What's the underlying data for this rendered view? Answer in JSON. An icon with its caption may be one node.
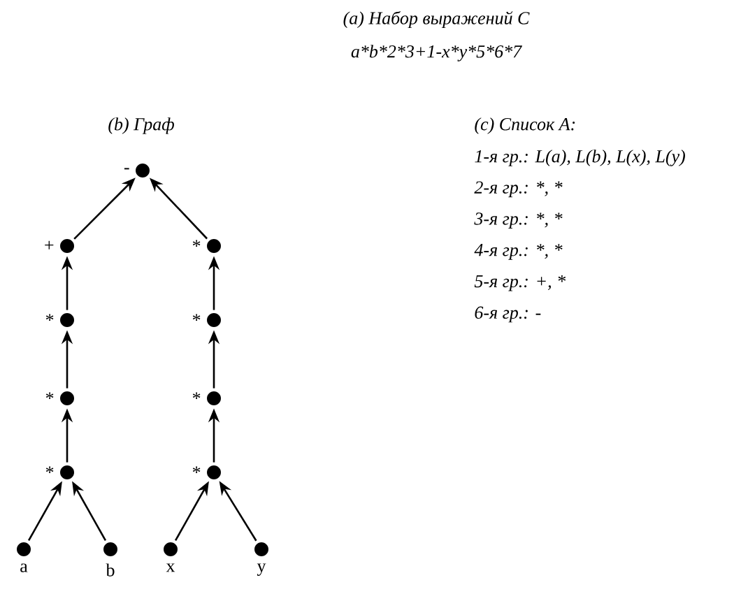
{
  "diagram": {
    "title": "(a) Набор выражений C",
    "nodes": [
      {
        "text": [],
        "shape": "circle",
        "beside": [
          "-"
        ]
      },
      {
        "text": [],
        "shape": "circle",
        "beside": [
          "+"
        ]
      },
      {
        "text": [],
        "shape": "circle",
        "beside": [
          "*"
        ]
      },
      {
        "text": [],
        "shape": "circle",
        "beside": [
          "*"
        ]
      },
      {
        "text": [],
        "shape": "circle",
        "beside": [
          "*"
        ]
      },
      {
        "text": [],
        "shape": "circle",
        "beside": [
          "*"
        ]
      },
      {
        "text": [],
        "shape": "circle",
        "beside": [
          "*"
        ]
      },
      {
        "text": [],
        "shape": "circle",
        "beside": [
          "*"
        ]
      },
      {
        "text": [],
        "shape": "circle",
        "beside": [
          "*"
        ]
      },
      {
        "text": [],
        "shape": "circle",
        "beside": [
          "a"
        ]
      },
      {
        "text": [],
        "shape": "circle",
        "beside": [
          "b"
        ]
      },
      {
        "text": [],
        "shape": "circle",
        "beside": [
          "x"
        ]
      },
      {
        "text": [],
        "shape": "circle",
        "beside": [
          "y"
        ]
      }
    ],
    "edges": [
      {
        "from": 9,
        "to": 7,
        "arrow": "to"
      },
      {
        "from": 10,
        "to": 7,
        "arrow": "to"
      },
      {
        "from": 11,
        "to": 8,
        "arrow": "to"
      },
      {
        "from": 12,
        "to": 8,
        "arrow": "to"
      },
      {
        "from": 7,
        "to": 5,
        "arrow": "to"
      },
      {
        "from": 8,
        "to": 6,
        "arrow": "to"
      },
      {
        "from": 5,
        "to": 3,
        "arrow": "to"
      },
      {
        "from": 6,
        "to": 4,
        "arrow": "to"
      },
      {
        "from": 3,
        "to": 1,
        "arrow": "to"
      },
      {
        "from": 4,
        "to": 2,
        "arrow": "to"
      },
      {
        "from": 1,
        "to": 0,
        "arrow": "to"
      },
      {
        "from": 2,
        "to": 0,
        "arrow": "to"
      }
    ],
    "labels": [
      "a*b*2*3+1-x*y*5*6*7",
      "(b) Граф",
      "(c) Список A:",
      "1-я гр.: L(a), L(b), L(x), L(y)",
      "2-я гр.: *, *",
      "3-я гр.: *, *",
      "4-я гр.: *, *",
      "5-я гр.: +, *",
      "6-я гр.: -"
    ]
  }
}
